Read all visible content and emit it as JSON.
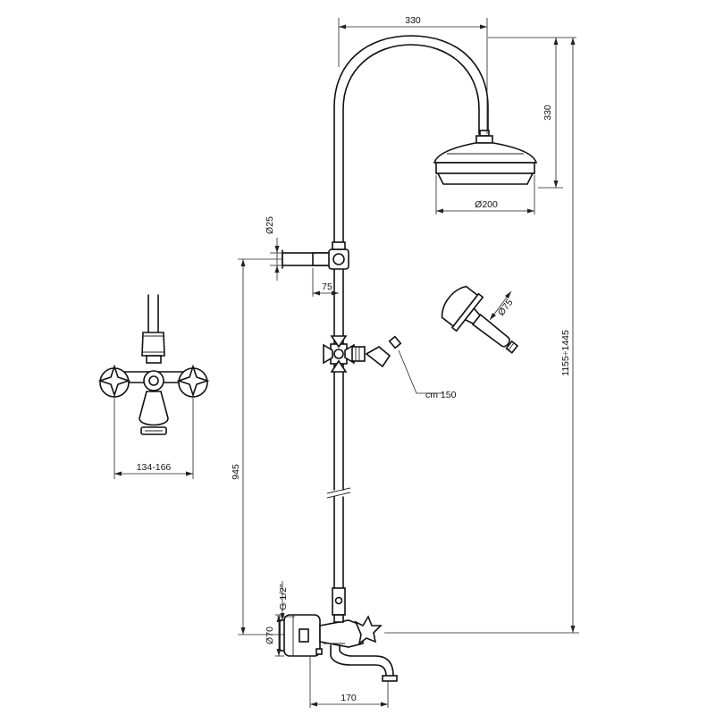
{
  "dimensions": {
    "arm_reach": "330",
    "head_drop": "330",
    "head_diameter": "Ø200",
    "pipe_diameter": "Ø25",
    "bracket_offset": "75",
    "handshower_diameter": "Ø75",
    "hose_length": "cm 150",
    "total_height": "1155÷1445",
    "bracket_height": "945",
    "thread": "G 1/2\"",
    "body_diameter": "Ø70",
    "spout_reach": "170",
    "wall_centers": "134-166"
  }
}
